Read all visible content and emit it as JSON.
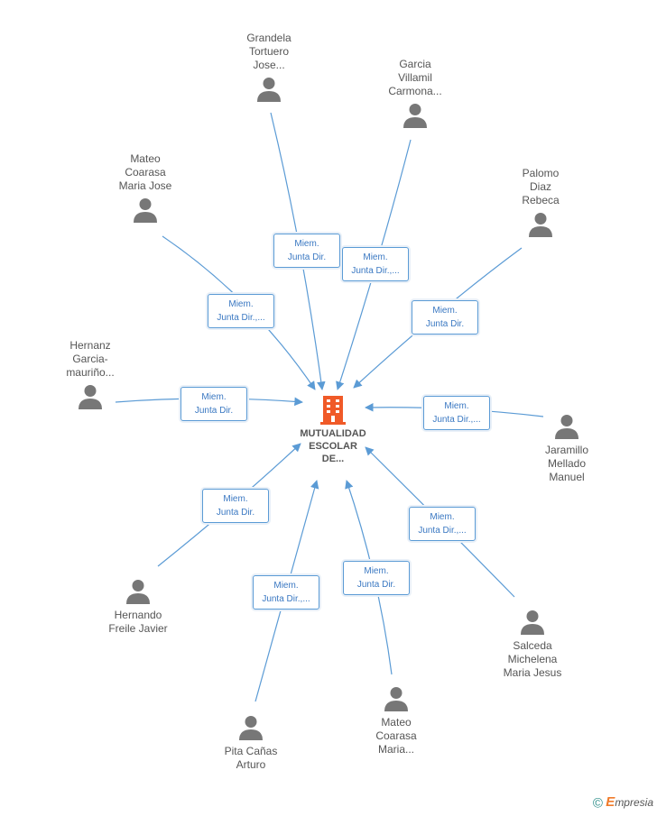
{
  "company": {
    "name_lines": [
      "MUTUALIDAD",
      "ESCOLAR",
      "DE..."
    ]
  },
  "people": [
    {
      "id": "p1",
      "name_lines": [
        "Grandela",
        "Tortuero",
        "Jose..."
      ],
      "relation": [
        "Miem.",
        "Junta Dir."
      ]
    },
    {
      "id": "p2",
      "name_lines": [
        "Garcia",
        "Villamil",
        "Carmona..."
      ],
      "relation": [
        "Miem.",
        "Junta Dir.,..."
      ]
    },
    {
      "id": "p3",
      "name_lines": [
        "Mateo",
        "Coarasa",
        "Maria Jose"
      ],
      "relation": [
        "Miem.",
        "Junta Dir.,..."
      ]
    },
    {
      "id": "p4",
      "name_lines": [
        "Palomo",
        "Diaz",
        "Rebeca"
      ],
      "relation": [
        "Miem.",
        "Junta Dir."
      ]
    },
    {
      "id": "p5",
      "name_lines": [
        "Hernanz",
        "Garcia-",
        "mauriño..."
      ],
      "relation": [
        "Miem.",
        "Junta Dir."
      ]
    },
    {
      "id": "p6",
      "name_lines": [
        "Jaramillo",
        "Mellado",
        "Manuel"
      ],
      "relation": [
        "Miem.",
        "Junta Dir.,..."
      ]
    },
    {
      "id": "p7",
      "name_lines": [
        "Hernando",
        "Freile Javier"
      ],
      "relation": [
        "Miem.",
        "Junta Dir."
      ]
    },
    {
      "id": "p8",
      "name_lines": [
        "Salceda",
        "Michelena",
        "Maria Jesus"
      ],
      "relation": [
        "Miem.",
        "Junta Dir.,..."
      ]
    },
    {
      "id": "p9",
      "name_lines": [
        "Pita Cañas",
        "Arturo"
      ],
      "relation": [
        "Miem.",
        "Junta Dir.,..."
      ]
    },
    {
      "id": "p10",
      "name_lines": [
        "Mateo",
        "Coarasa",
        "Maria..."
      ],
      "relation": [
        "Miem.",
        "Junta Dir."
      ]
    }
  ],
  "footer": {
    "copyright_symbol": "©",
    "brand_initial": "E",
    "brand_rest": "mpresia"
  },
  "colors": {
    "edge": "#5b9bd5",
    "person_icon": "#777777",
    "company_icon": "#f05a28"
  }
}
